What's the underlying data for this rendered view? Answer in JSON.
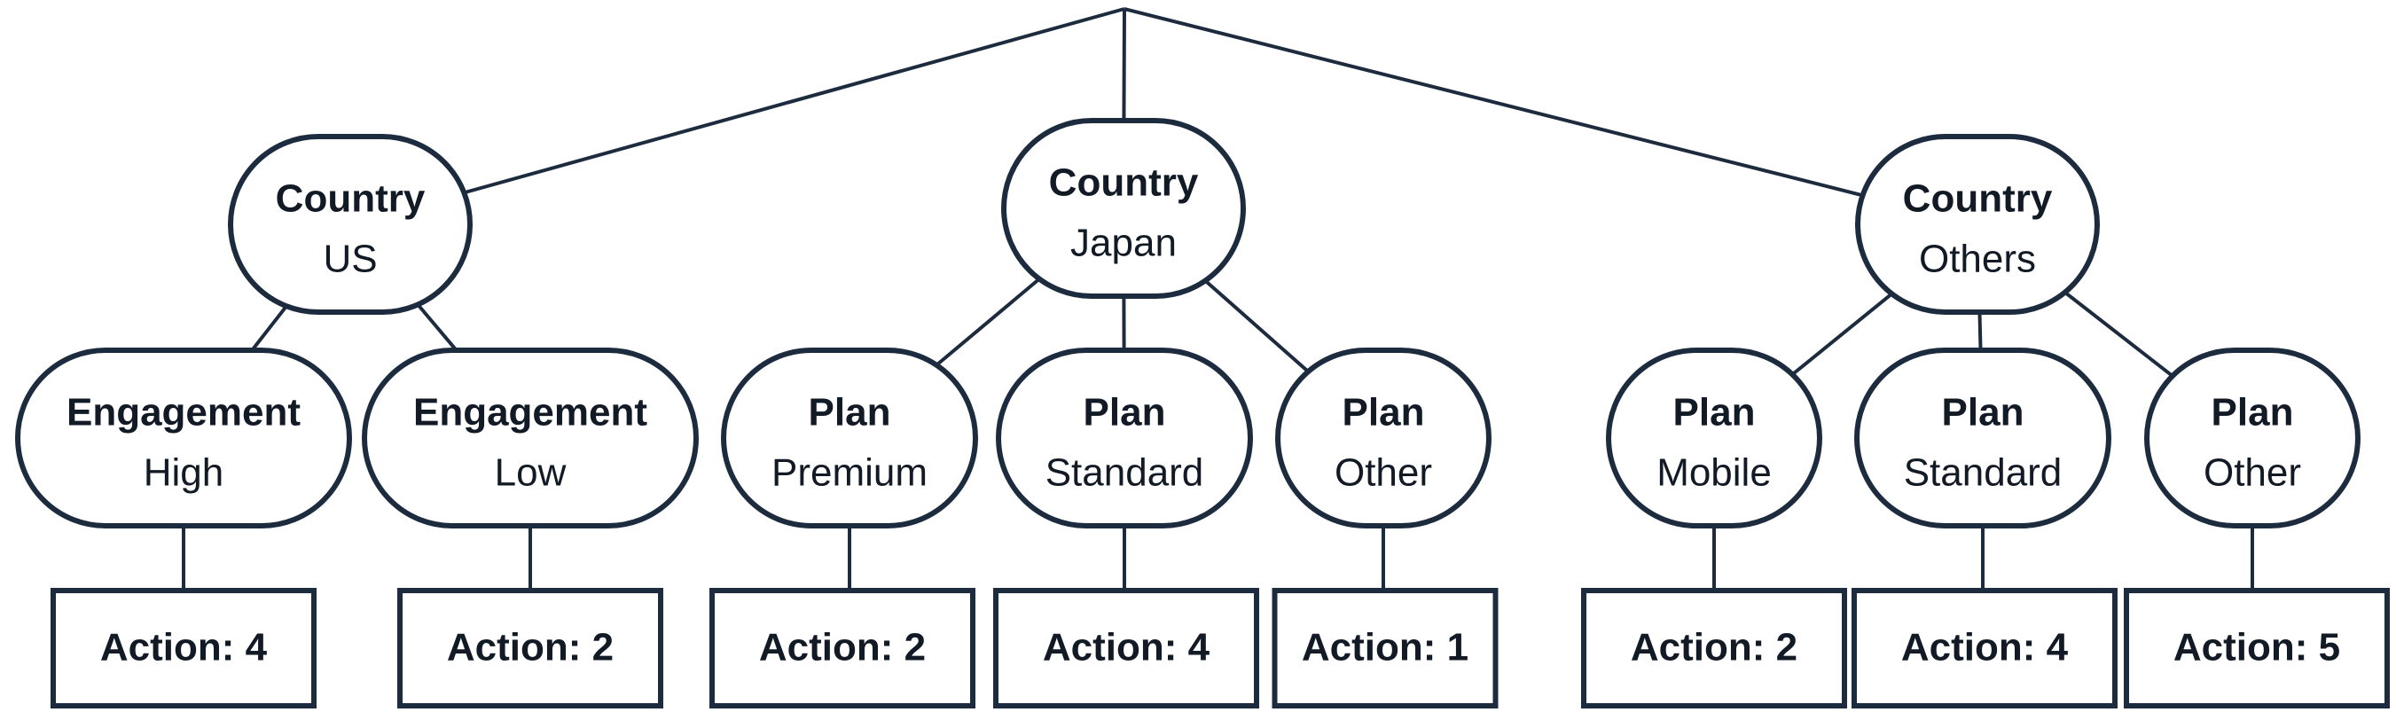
{
  "colors": {
    "line": "#1d2b3f",
    "text": "#121a26",
    "background": "#ffffff"
  },
  "tree": {
    "root": {
      "shape": "point"
    },
    "countries": [
      {
        "title": "Country",
        "value": "US",
        "children": [
          {
            "title": "Engagement",
            "value": "High",
            "action": "Action: 4"
          },
          {
            "title": "Engagement",
            "value": "Low",
            "action": "Action: 2"
          }
        ]
      },
      {
        "title": "Country",
        "value": "Japan",
        "children": [
          {
            "title": "Plan",
            "value": "Premium",
            "action": "Action: 2"
          },
          {
            "title": "Plan",
            "value": "Standard",
            "action": "Action: 4"
          },
          {
            "title": "Plan",
            "value": "Other",
            "action": "Action: 1"
          }
        ]
      },
      {
        "title": "Country",
        "value": "Others",
        "children": [
          {
            "title": "Plan",
            "value": "Mobile",
            "action": "Action: 2"
          },
          {
            "title": "Plan",
            "value": "Standard",
            "action": "Action: 4"
          },
          {
            "title": "Plan",
            "value": "Other",
            "action": "Action: 5"
          }
        ]
      }
    ]
  }
}
